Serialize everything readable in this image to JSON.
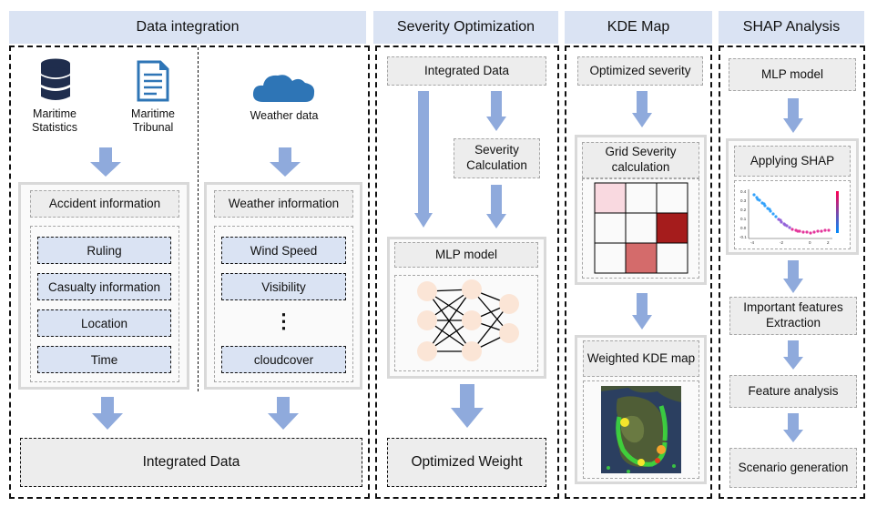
{
  "headers": {
    "data_integration": "Data integration",
    "severity_optimization": "Severity Optimization",
    "kde_map": "KDE Map",
    "shap_analysis": "SHAP Analysis"
  },
  "data_integration": {
    "maritime_statistics": "Maritime Statistics",
    "maritime_tribunal": "Maritime Tribunal",
    "weather_data": "Weather data",
    "accident_information": "Accident information",
    "accident_items": [
      "Ruling",
      "Casualty information",
      "Location",
      "Time"
    ],
    "weather_information": "Weather information",
    "weather_items": [
      "Wind Speed",
      "Visibility",
      "cloudcover"
    ],
    "ellipsis": "⋮",
    "integrated_data": "Integrated Data"
  },
  "severity_optimization": {
    "integrated_data": "Integrated Data",
    "severity_calculation": "Severity Calculation",
    "mlp_model": "MLP model",
    "optimized_weight": "Optimized Weight"
  },
  "kde_map": {
    "optimized_severity": "Optimized  severity",
    "grid_severity": "Grid Severity calculation",
    "weighted_kde": "Weighted KDE map"
  },
  "shap_analysis": {
    "mlp_model": "MLP model",
    "applying_shap": "Applying SHAP",
    "important_features": "Important features Extraction",
    "feature_analysis": "Feature analysis",
    "scenario_generation": "Scenario generation"
  },
  "colors": {
    "header_bg": "#dae3f3",
    "arrow": "#8faadc",
    "box_bg": "#ededed",
    "grid_light": "#f9d9e0",
    "grid_dark": "#a51c1c",
    "grid_mid": "#d46b6b",
    "node": "#fbe5d6"
  }
}
